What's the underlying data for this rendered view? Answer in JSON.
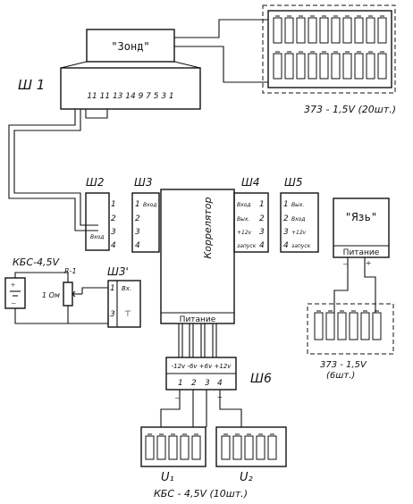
{
  "blocks": {
    "zond": "\"Зонд\"",
    "yaz": "\"Язь\"",
    "korrelator": "Коррелятор",
    "pitanie": "Питание"
  },
  "connectors": {
    "sh1": "Ш 1",
    "sh1_pins": "11 11 13 14 9 7 5 3 1",
    "sh2": "Ш2",
    "sh2_pins": [
      "1",
      "2",
      "3",
      "4"
    ],
    "sh2_label": "Вход",
    "sh3": "Ш3",
    "sh3_pins": [
      "1",
      "2",
      "3",
      "4"
    ],
    "sh3_pin1_label": "Вход",
    "sh3p": "Ш3'",
    "sh3p_pins": [
      "1",
      "3"
    ],
    "sh3p_labels": [
      "Вх.",
      "⊤"
    ],
    "sh4": "Ш4",
    "sh4_pins": [
      "1",
      "2",
      "3",
      "4"
    ],
    "sh4_labels": [
      "Вход",
      "Вых.",
      "+12v",
      "запуск"
    ],
    "sh5": "Ш5",
    "sh5_pins": [
      "1",
      "2",
      "3",
      "4"
    ],
    "sh5_labels": [
      "Вых.",
      "Вход",
      "+12v",
      "запуск"
    ],
    "sh6": "Ш6",
    "sh6_supply": "-12v -6v +6v +12v",
    "sh6_pins": [
      "1",
      "2",
      "3",
      "4"
    ]
  },
  "components": {
    "r1": "R-1",
    "r1_value": "1 Ом",
    "kbs_left": "КБС-4,5V",
    "batt_top_label": "373 - 1,5V (20шт.)",
    "batt_right_label1": "373 - 1,5V",
    "batt_right_label2": "(6шт.)",
    "u1": "U₁",
    "u2": "U₂",
    "kbs_bottom": "КБС - 4,5V (10шт.)",
    "minus": "–",
    "plus": "+"
  }
}
